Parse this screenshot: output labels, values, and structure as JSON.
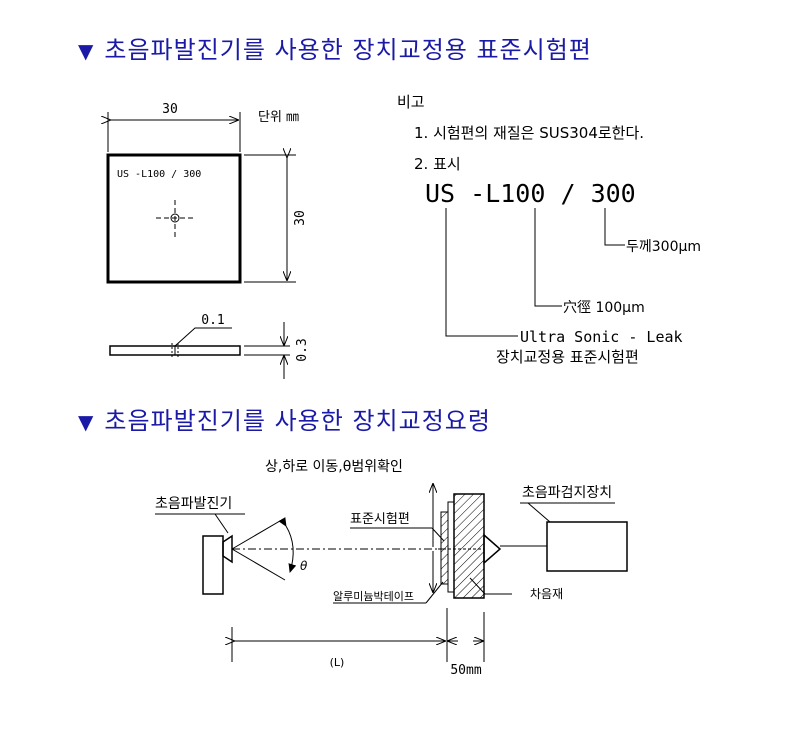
{
  "section1": {
    "title": "초음파발진기를 사용한 장치교정용 표준시험편",
    "specimen": {
      "width": "30",
      "height": "30",
      "unit": "단위 ㎜",
      "label": "US -L100 / 300",
      "hole": "0.1",
      "thickness": "0.3"
    },
    "notes": {
      "title": "비고",
      "item1": "1. 시험편의 재질은 SUS304로한다.",
      "item2": "2. 표시",
      "marking": "US -L100 / 300",
      "thickness_label": "두께300μm",
      "hole_label": "穴徑 100μm",
      "type_label": "Ultra Sonic - Leak",
      "type_sub": "장치교정용 표준시험편"
    }
  },
  "section2": {
    "title": "초음파발진기를 사용한 장치교정요령",
    "move_label": "상,하로 이동,θ범위확인",
    "generator": "초음파발진기",
    "specimen": "표준시험편",
    "detector": "초음파검지장치",
    "tape": "알루미늄박테이프",
    "shield": "차음재",
    "theta": "θ",
    "distance": "(L)",
    "gap": "50mm"
  },
  "colors": {
    "heading": "#1a1aa6",
    "line": "#000000"
  }
}
